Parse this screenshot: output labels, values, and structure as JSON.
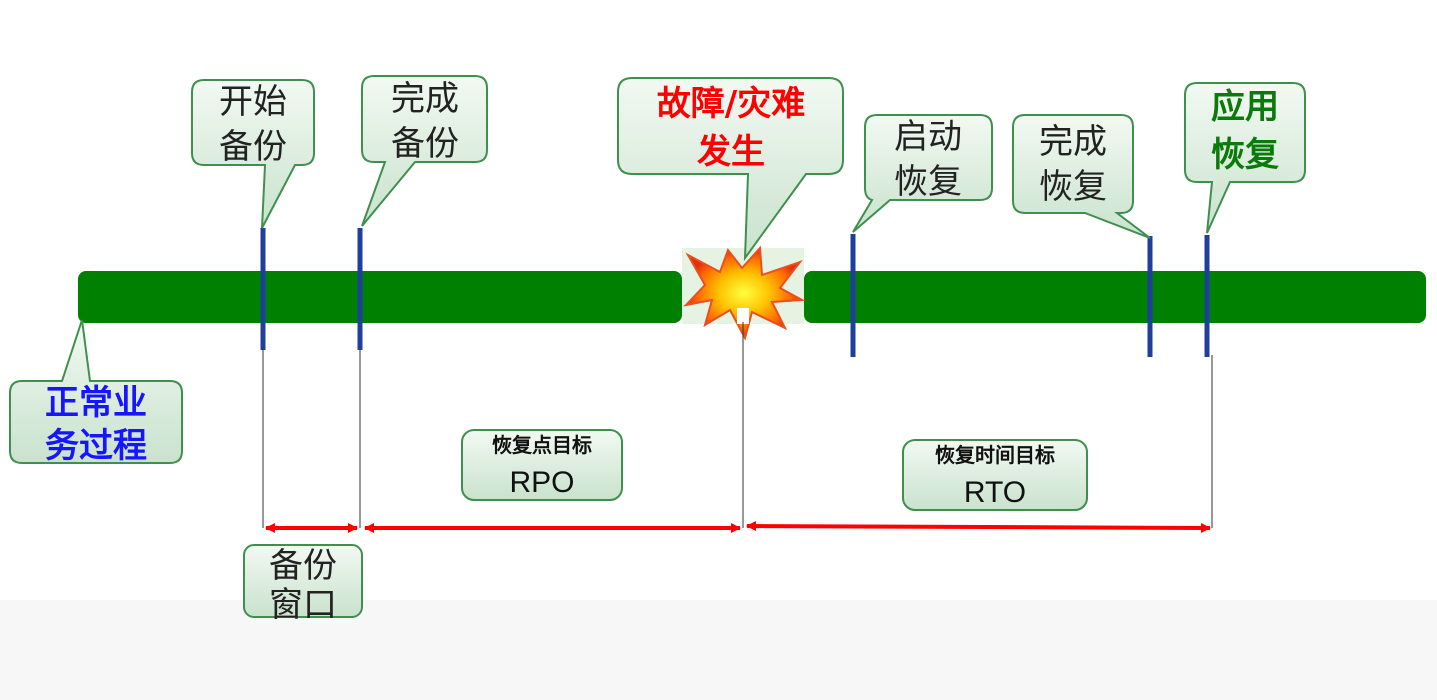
{
  "colors": {
    "timeline": "#008000",
    "marker": "#1f3f9f",
    "arrow": "#ff0000",
    "callout_border": "#3f8f4f",
    "disaster_text": "#ff0000",
    "normal_text": "#1515ff",
    "app_recover_text": "#0a7a0a"
  },
  "callouts": {
    "start_backup": {
      "line1": "开始",
      "line2": "备份"
    },
    "finish_backup": {
      "line1": "完成",
      "line2": "备份"
    },
    "disaster": {
      "line1": "故障/灾难",
      "line2": "发生"
    },
    "start_recovery": {
      "line1": "启动",
      "line2": "恢复"
    },
    "finish_recovery": {
      "line1": "完成",
      "line2": "恢复"
    },
    "app_recovery": {
      "line1": "应用",
      "line2": "恢复"
    },
    "normal_business": {
      "line1": "正常业",
      "line2": "务过程"
    }
  },
  "labels": {
    "rpo": {
      "title": "恢复点目标",
      "abbr": "RPO"
    },
    "rto": {
      "title": "恢复时间目标",
      "abbr": "RTO"
    },
    "backup_window": {
      "line1": "备份",
      "line2": "窗口"
    }
  }
}
